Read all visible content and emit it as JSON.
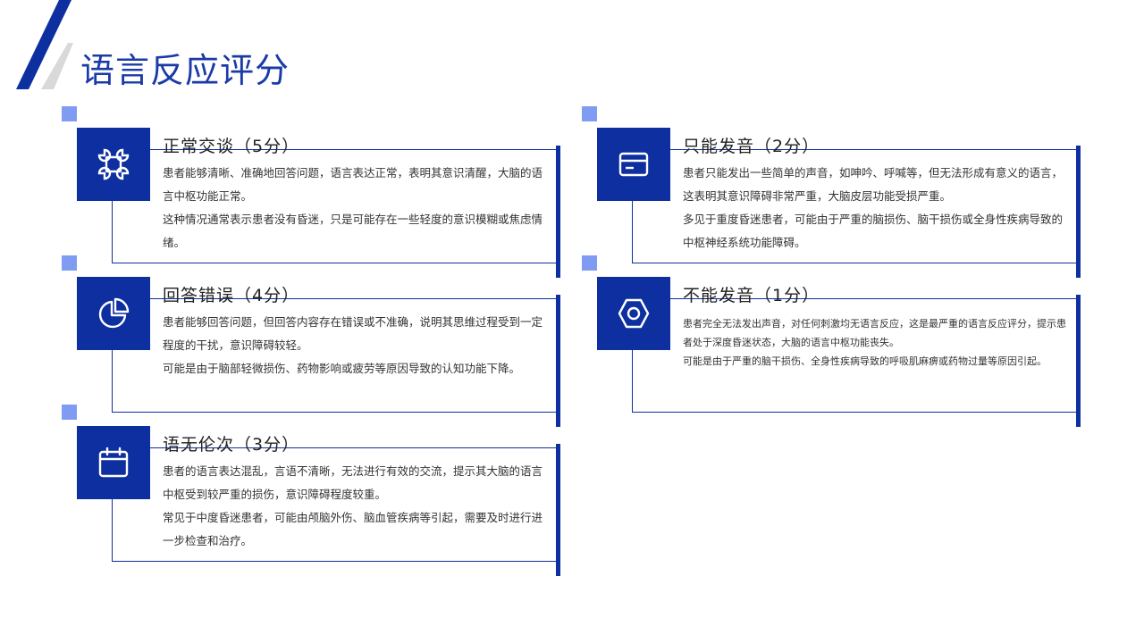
{
  "title": "语言反应评分",
  "colors": {
    "primary": "#0e2fa0",
    "accent": "#7f9cf2",
    "stripe_gray": "#d9d9d9"
  },
  "cards": [
    {
      "icon": "grid-icon",
      "heading": "正常交谈（5分）",
      "paragraphs": [
        "患者能够清晰、准确地回答问题，语言表达正常，表明其意识清醒，大脑的语言中枢功能正常。",
        "这种情况通常表示患者没有昏迷，只是可能存在一些轻度的意识模糊或焦虑情绪。"
      ]
    },
    {
      "icon": "card-icon",
      "heading": "只能发音（2分）",
      "paragraphs": [
        "患者只能发出一些简单的声音，如呻吟、呼喊等，但无法形成有意义的语言，这表明其意识障碍非常严重，大脑皮层功能受损严重。",
        "多见于重度昏迷患者，可能由于严重的脑损伤、脑干损伤或全身性疾病导致的中枢神经系统功能障碍。"
      ]
    },
    {
      "icon": "pie-chart-icon",
      "heading": "回答错误（4分）",
      "paragraphs": [
        "患者能够回答问题，但回答内容存在错误或不准确，说明其思维过程受到一定程度的干扰，意识障碍较轻。",
        "可能是由于脑部轻微损伤、药物影响或疲劳等原因导致的认知功能下降。"
      ]
    },
    {
      "icon": "hexagon-icon",
      "heading": "不能发音（1分）",
      "paragraphs": [
        "患者完全无法发出声音，对任何刺激均无语言反应，这是最严重的语言反应评分，提示患者处于深度昏迷状态，大脑的语言中枢功能丧失。",
        "可能是由于严重的脑干损伤、全身性疾病导致的呼吸肌麻痹或药物过量等原因引起。"
      ]
    },
    {
      "icon": "calendar-icon",
      "heading": "语无伦次（3分）",
      "paragraphs": [
        "患者的语言表达混乱，言语不清晰，无法进行有效的交流，提示其大脑的语言中枢受到较严重的损伤，意识障碍程度较重。",
        "常见于中度昏迷患者，可能由颅脑外伤、脑血管疾病等引起，需要及时进行进一步检查和治疗。"
      ]
    }
  ]
}
